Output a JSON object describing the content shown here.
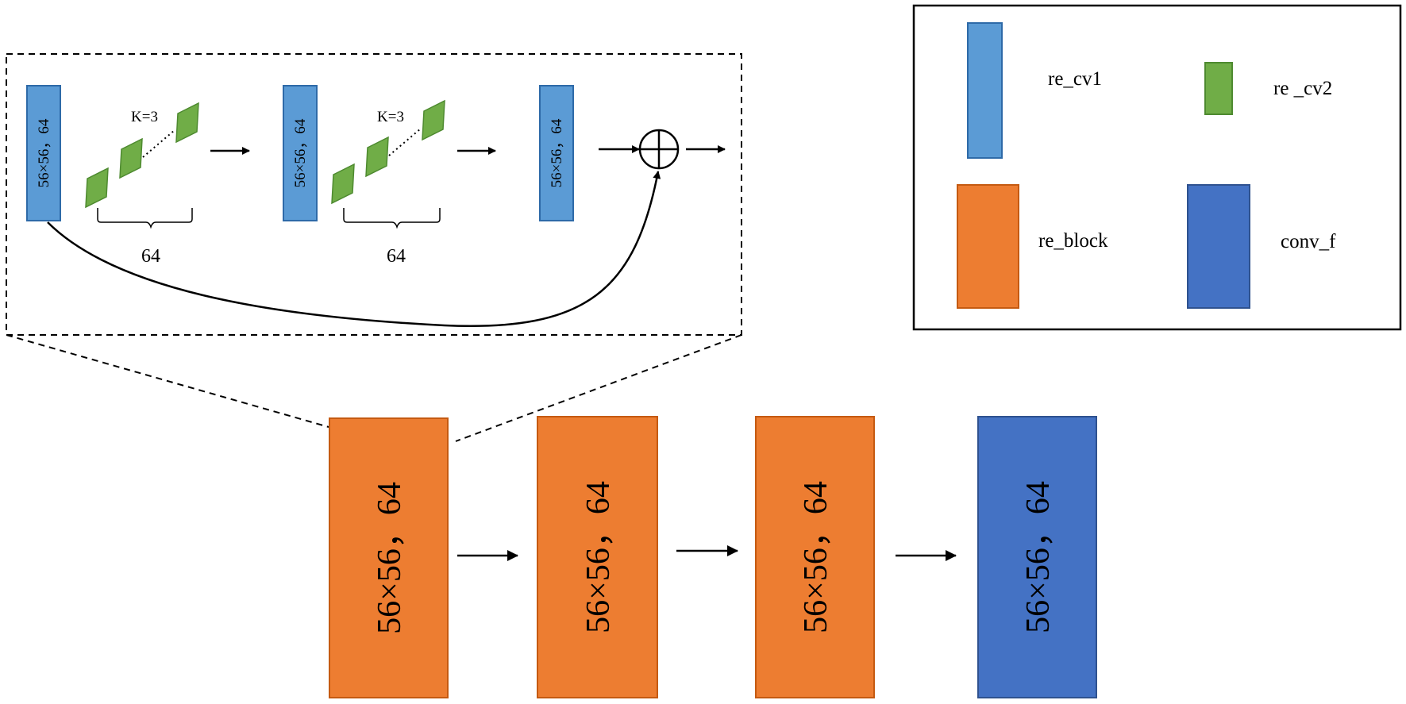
{
  "colors": {
    "re_cv1": "#5b9bd5",
    "re_cv1_border": "#2e6aa8",
    "re_cv2": "#70ad47",
    "re_cv2_border": "#4e8a30",
    "re_block": "#ed7d31",
    "re_block_border": "#c55a11",
    "conv_f": "#4472c4",
    "conv_f_border": "#2f528f"
  },
  "detail": {
    "feature_labels": [
      "56×56，64",
      "56×56，64",
      "56×56，64"
    ],
    "kernel_labels": [
      "K=3",
      "K=3"
    ],
    "count_labels": [
      "64",
      "64"
    ],
    "add_symbol": "circled-plus-icon"
  },
  "main_blocks": [
    {
      "type": "re_block",
      "label": "56×56，64"
    },
    {
      "type": "re_block",
      "label": "56×56，64"
    },
    {
      "type": "re_block",
      "label": "56×56，64"
    },
    {
      "type": "conv_f",
      "label": "56×56，64"
    }
  ],
  "legend": {
    "items": [
      {
        "key": "re_cv1",
        "label": "re_cv1"
      },
      {
        "key": "re_cv2",
        "label": "re _cv2"
      },
      {
        "key": "re_block",
        "label": "re_block"
      },
      {
        "key": "conv_f",
        "label": "conv_f"
      }
    ]
  }
}
